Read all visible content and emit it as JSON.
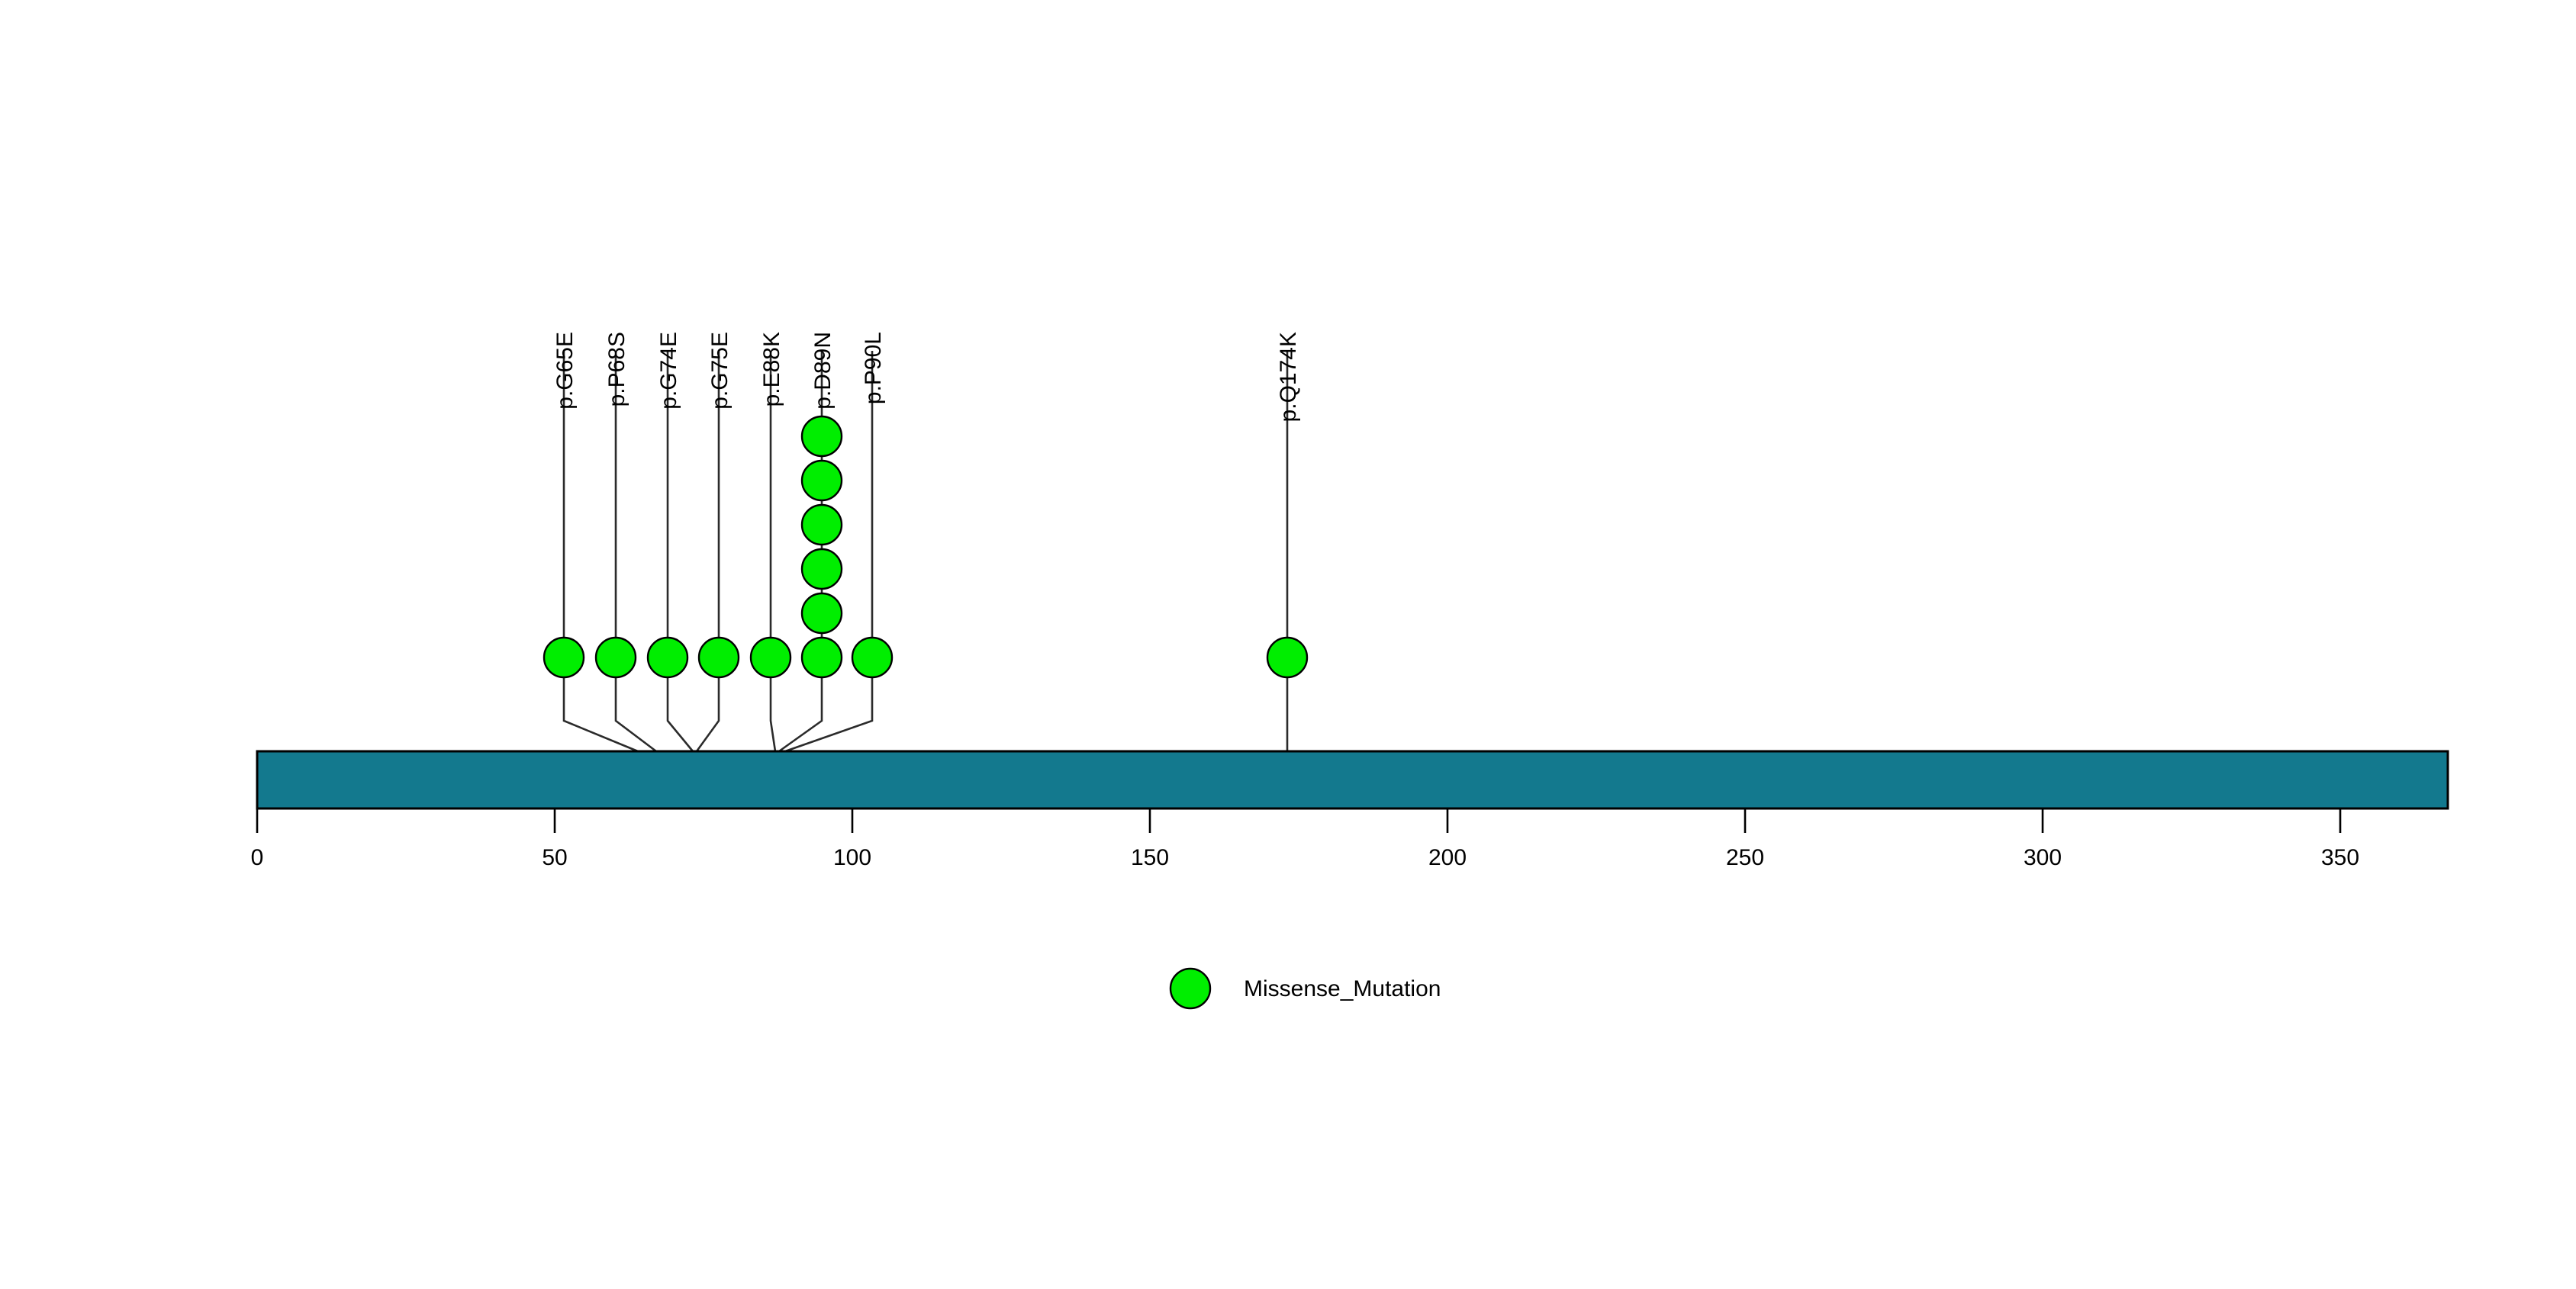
{
  "chart_data": {
    "type": "lollipop",
    "title": "",
    "xlabel": "",
    "ylabel": "",
    "xlim": [
      0,
      368
    ],
    "protein_length": 368,
    "grid": false,
    "axis_ticks": [
      0,
      50,
      100,
      150,
      200,
      250,
      300,
      350
    ],
    "axis_tick_labels": [
      "0",
      "50",
      "100",
      "150",
      "200",
      "250",
      "300",
      "350"
    ],
    "domain_track": {
      "name": "protein-backbone",
      "start": 0,
      "end": 368,
      "color": "#13798E",
      "border_color": "#000000"
    },
    "marker_color": "#00EE00",
    "marker_border_color": "#000000",
    "stem_color": "#000000",
    "categories": [
      "p.G65E",
      "p.P68S",
      "p.G74E",
      "p.G75E",
      "p.E88K",
      "p.D89N",
      "p.P90L",
      "p.Q174K"
    ],
    "values": [
      1,
      1,
      1,
      1,
      1,
      6,
      1,
      1
    ],
    "mutations": [
      {
        "label": "p.G65E",
        "position": 65,
        "count": 1
      },
      {
        "label": "p.P68S",
        "position": 68,
        "count": 1
      },
      {
        "label": "p.G74E",
        "position": 74,
        "count": 1
      },
      {
        "label": "p.G75E",
        "position": 75,
        "count": 1
      },
      {
        "label": "p.E88K",
        "position": 88,
        "count": 1
      },
      {
        "label": "p.D89N",
        "position": 89,
        "count": 6
      },
      {
        "label": "p.P90L",
        "position": 90,
        "count": 1
      },
      {
        "label": "p.Q174K",
        "position": 174,
        "count": 1
      }
    ],
    "legend": {
      "position": "bottom-center",
      "entries": [
        {
          "label": "Missense_Mutation",
          "color": "#00EE00"
        }
      ]
    }
  },
  "labels": {
    "m0": "p.G65E",
    "m1": "p.P68S",
    "m2": "p.G74E",
    "m3": "p.G75E",
    "m4": "p.E88K",
    "m5": "p.D89N",
    "m6": "p.P90L",
    "m7": "p.Q174K"
  },
  "axis": {
    "t0": "0",
    "t1": "50",
    "t2": "100",
    "t3": "150",
    "t4": "200",
    "t5": "250",
    "t6": "300",
    "t7": "350"
  },
  "legend": {
    "entry0": "Missense_Mutation"
  }
}
